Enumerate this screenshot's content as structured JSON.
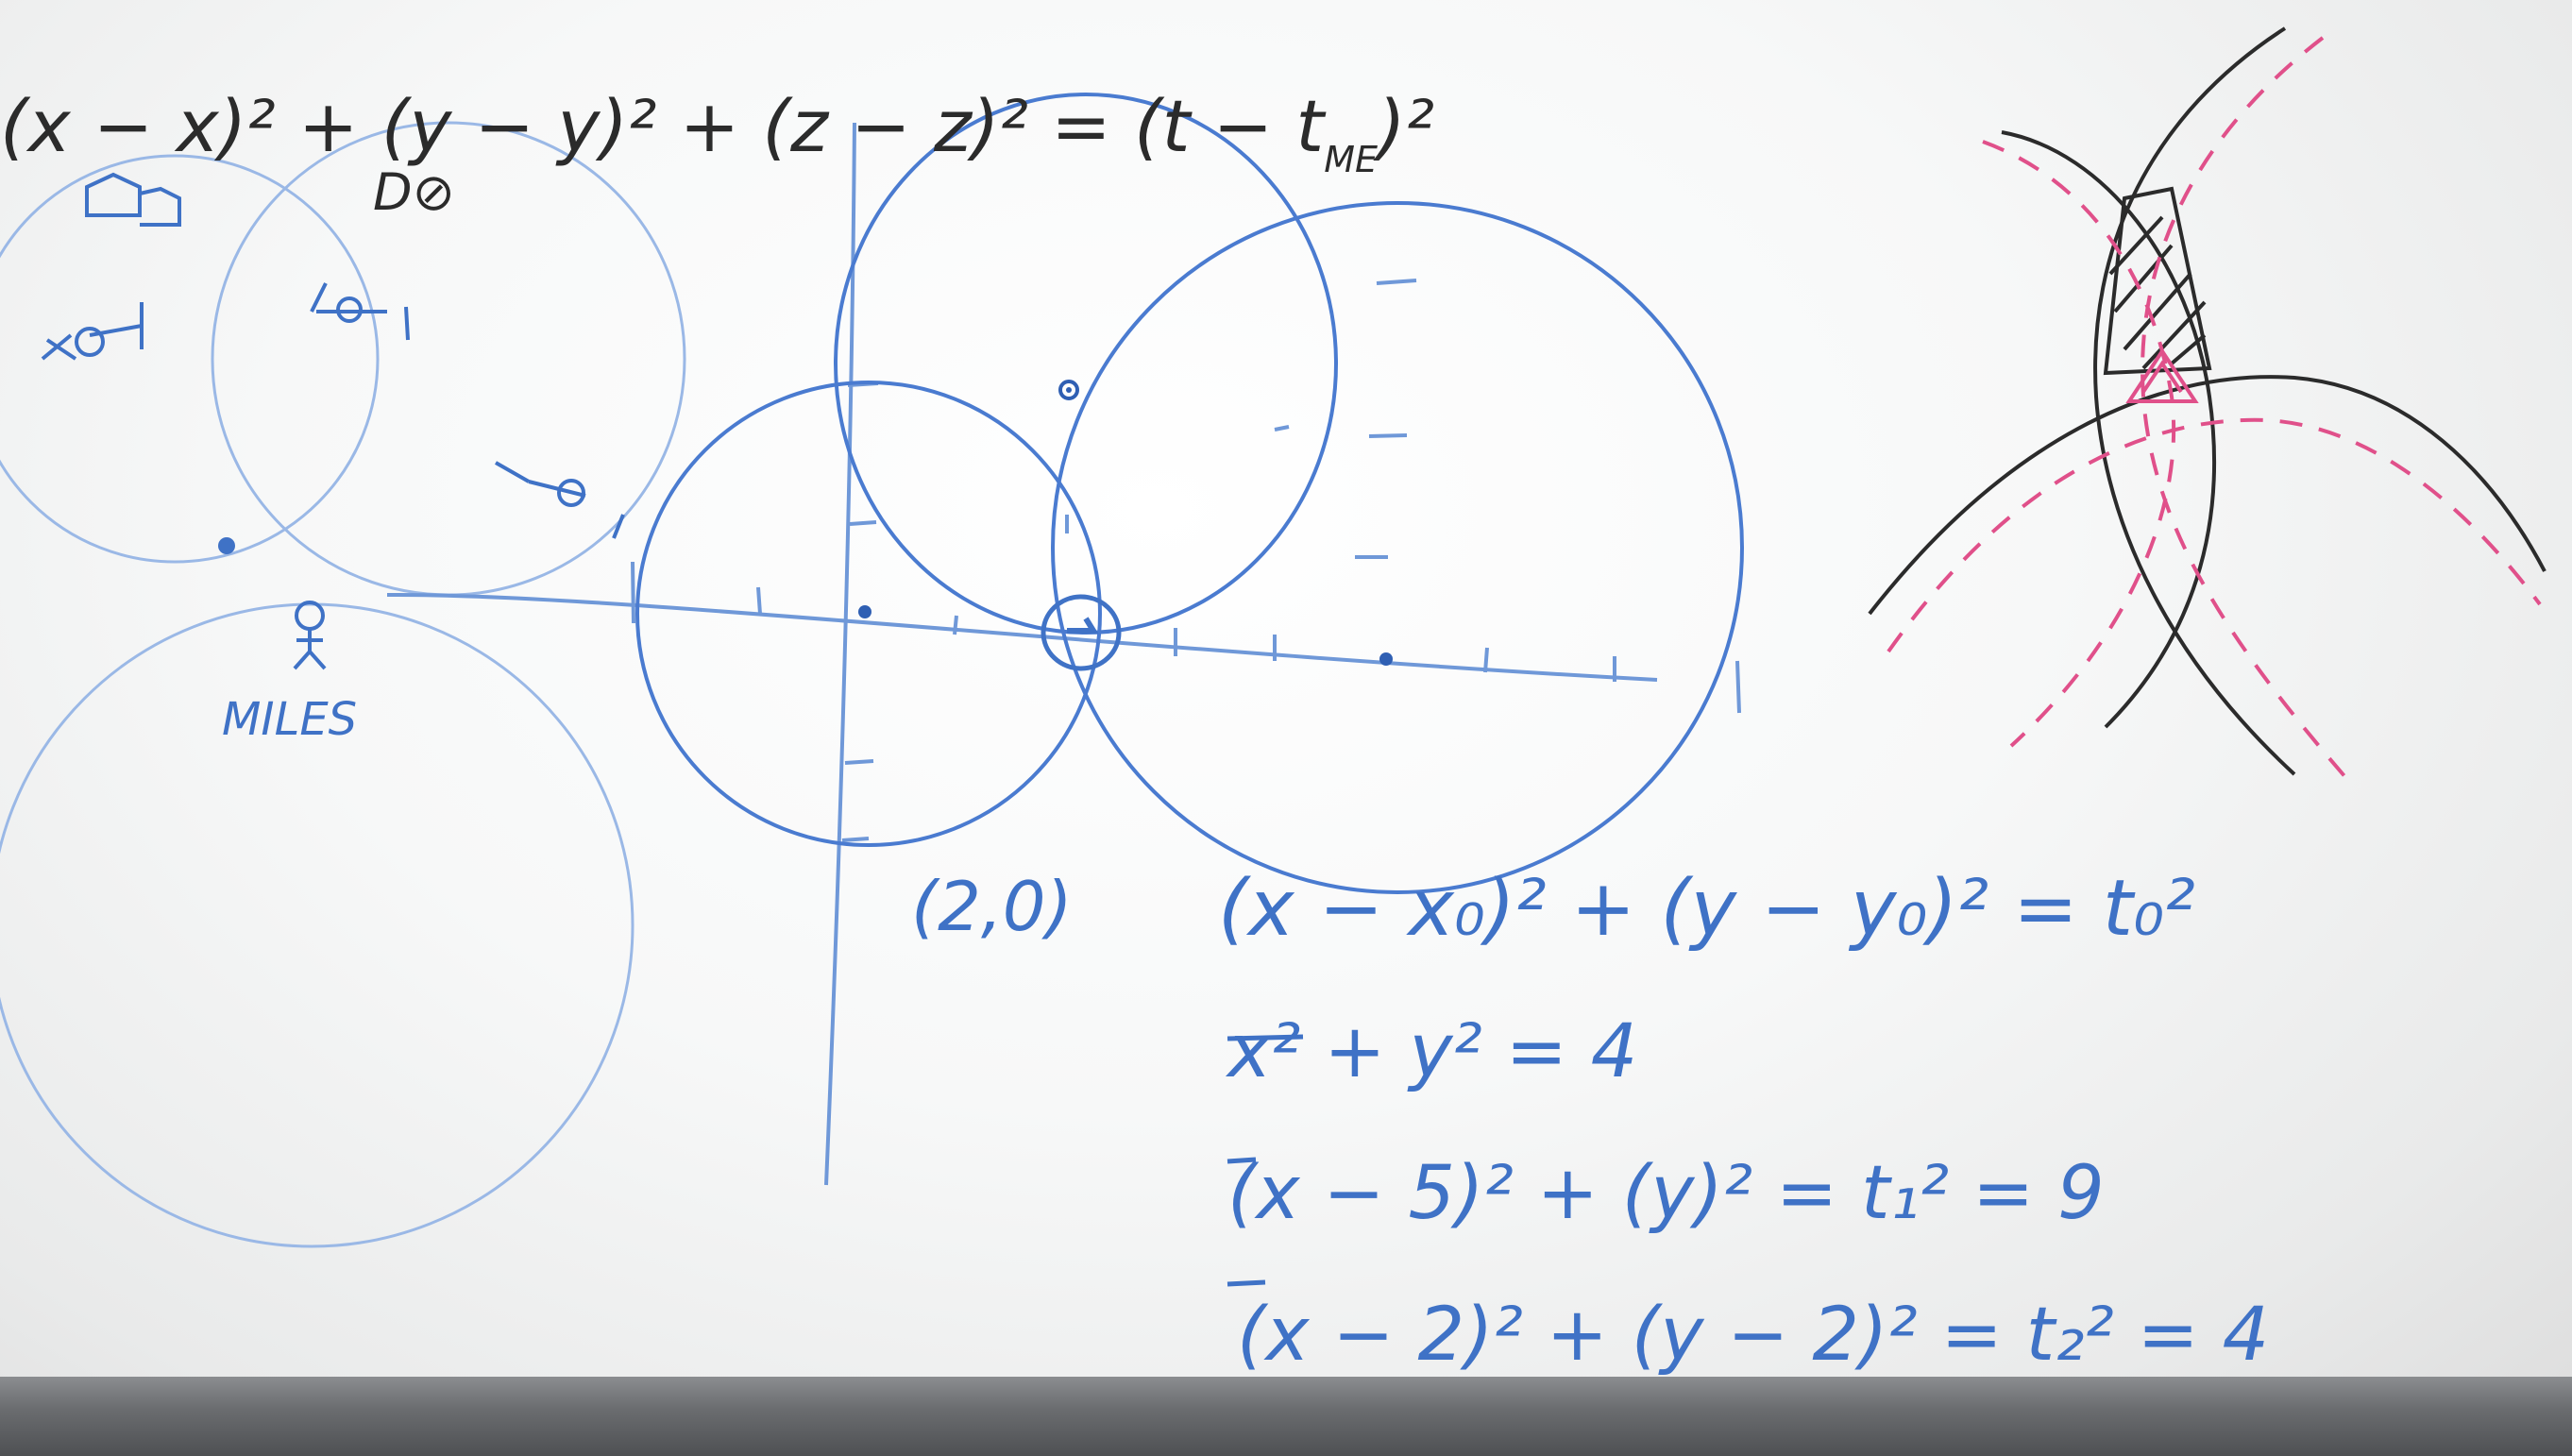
{
  "colors": {
    "board": "#f7f8f8",
    "blue_marker": "#3f72c6",
    "light_blue_marker": "#9ab8e6",
    "black_marker": "#2b2b2b",
    "pink_marker": "#e0508a"
  },
  "top_equation": {
    "left_side": "(x − x)² + (y − y)² + (z − z)² = (t − t",
    "subscript": "ME",
    "close": ")²",
    "scribble": "D⊘"
  },
  "sketch_labels": {
    "person_name": "MILES",
    "person_icon": "stick-figure-icon",
    "house_icon": "house-sketch-icon"
  },
  "graph": {
    "point_label": "(2,0)"
  },
  "equations": {
    "general": "(x − x₀)² + (y − y₀)² = t₀²",
    "eq1": "x² + y² = 4",
    "eq2": "(x − 5)² + (y)² = t₁² = 9",
    "eq3": "(x − 2)² + (y − 2)² = t₂² = 4"
  }
}
